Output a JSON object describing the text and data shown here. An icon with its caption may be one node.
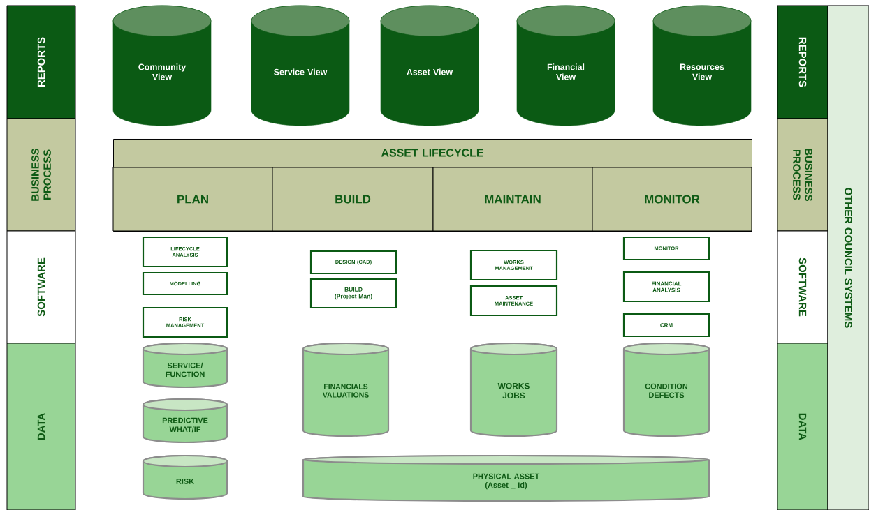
{
  "diagram": {
    "nodes": [
      {
        "text": [
          "REPORTS"
        ]
      },
      {
        "text": [
          "BUSINESS PROCESS"
        ]
      },
      {
        "text": [
          "SOFTWARE"
        ]
      },
      {
        "text": [
          "DATA"
        ]
      },
      {
        "text": [
          "Community View"
        ]
      },
      {
        "text": [
          "Service View"
        ]
      },
      {
        "text": [
          "Asset View"
        ]
      },
      {
        "text": [
          "Financial View"
        ]
      },
      {
        "text": [
          "Resources View"
        ]
      },
      {
        "text": [
          "ASSET LIFECYCLE"
        ]
      },
      {
        "text": [
          "PLAN"
        ],
        "in": 9
      },
      {
        "text": [
          "BUILD"
        ],
        "in": 9
      },
      {
        "text": [
          "MAINTAIN"
        ],
        "in": 9
      },
      {
        "text": [
          "MONITOR"
        ],
        "in": 9
      },
      {
        "text": [
          "LIFECYCLE ANALYSIS"
        ]
      },
      {
        "text": [
          "MODELLING"
        ]
      },
      {
        "text": [
          "RISK MANAGEMENT"
        ]
      },
      {
        "text": [
          "DESIGN (CAD)"
        ]
      },
      {
        "text": [
          "BUILD (Project Man)"
        ]
      },
      {
        "text": [
          "WORKS MANAGEMENT"
        ]
      },
      {
        "text": [
          "ASSET MAINTENANCE"
        ]
      },
      {
        "text": [
          "MONITOR"
        ]
      },
      {
        "text": [
          "FINANCIAL ANALYSIS"
        ]
      },
      {
        "text": [
          "CRM"
        ]
      },
      {
        "text": [
          "SERVICE/ FUNCTION"
        ]
      },
      {
        "text": [
          "PREDICTIVE WHAT/IF"
        ]
      },
      {
        "text": [
          "RISK"
        ]
      },
      {
        "text": [
          "FINANCIALS VALUATIONS"
        ]
      },
      {
        "text": [
          "WORKS JOBS"
        ]
      },
      {
        "text": [
          "CONDITION DEFECTS"
        ]
      },
      {
        "text": [
          "PHYSICAL ASSET (Asset _ Id)"
        ]
      },
      {
        "text": [
          "REPORTS"
        ]
      },
      {
        "text": [
          "BUSINESS PROCESS"
        ]
      },
      {
        "text": [
          "SOFTWARE"
        ]
      },
      {
        "text": [
          "DATA"
        ]
      },
      {
        "text": [
          "OTHER COUNCIL SYSTEMS"
        ]
      }
    ]
  }
}
